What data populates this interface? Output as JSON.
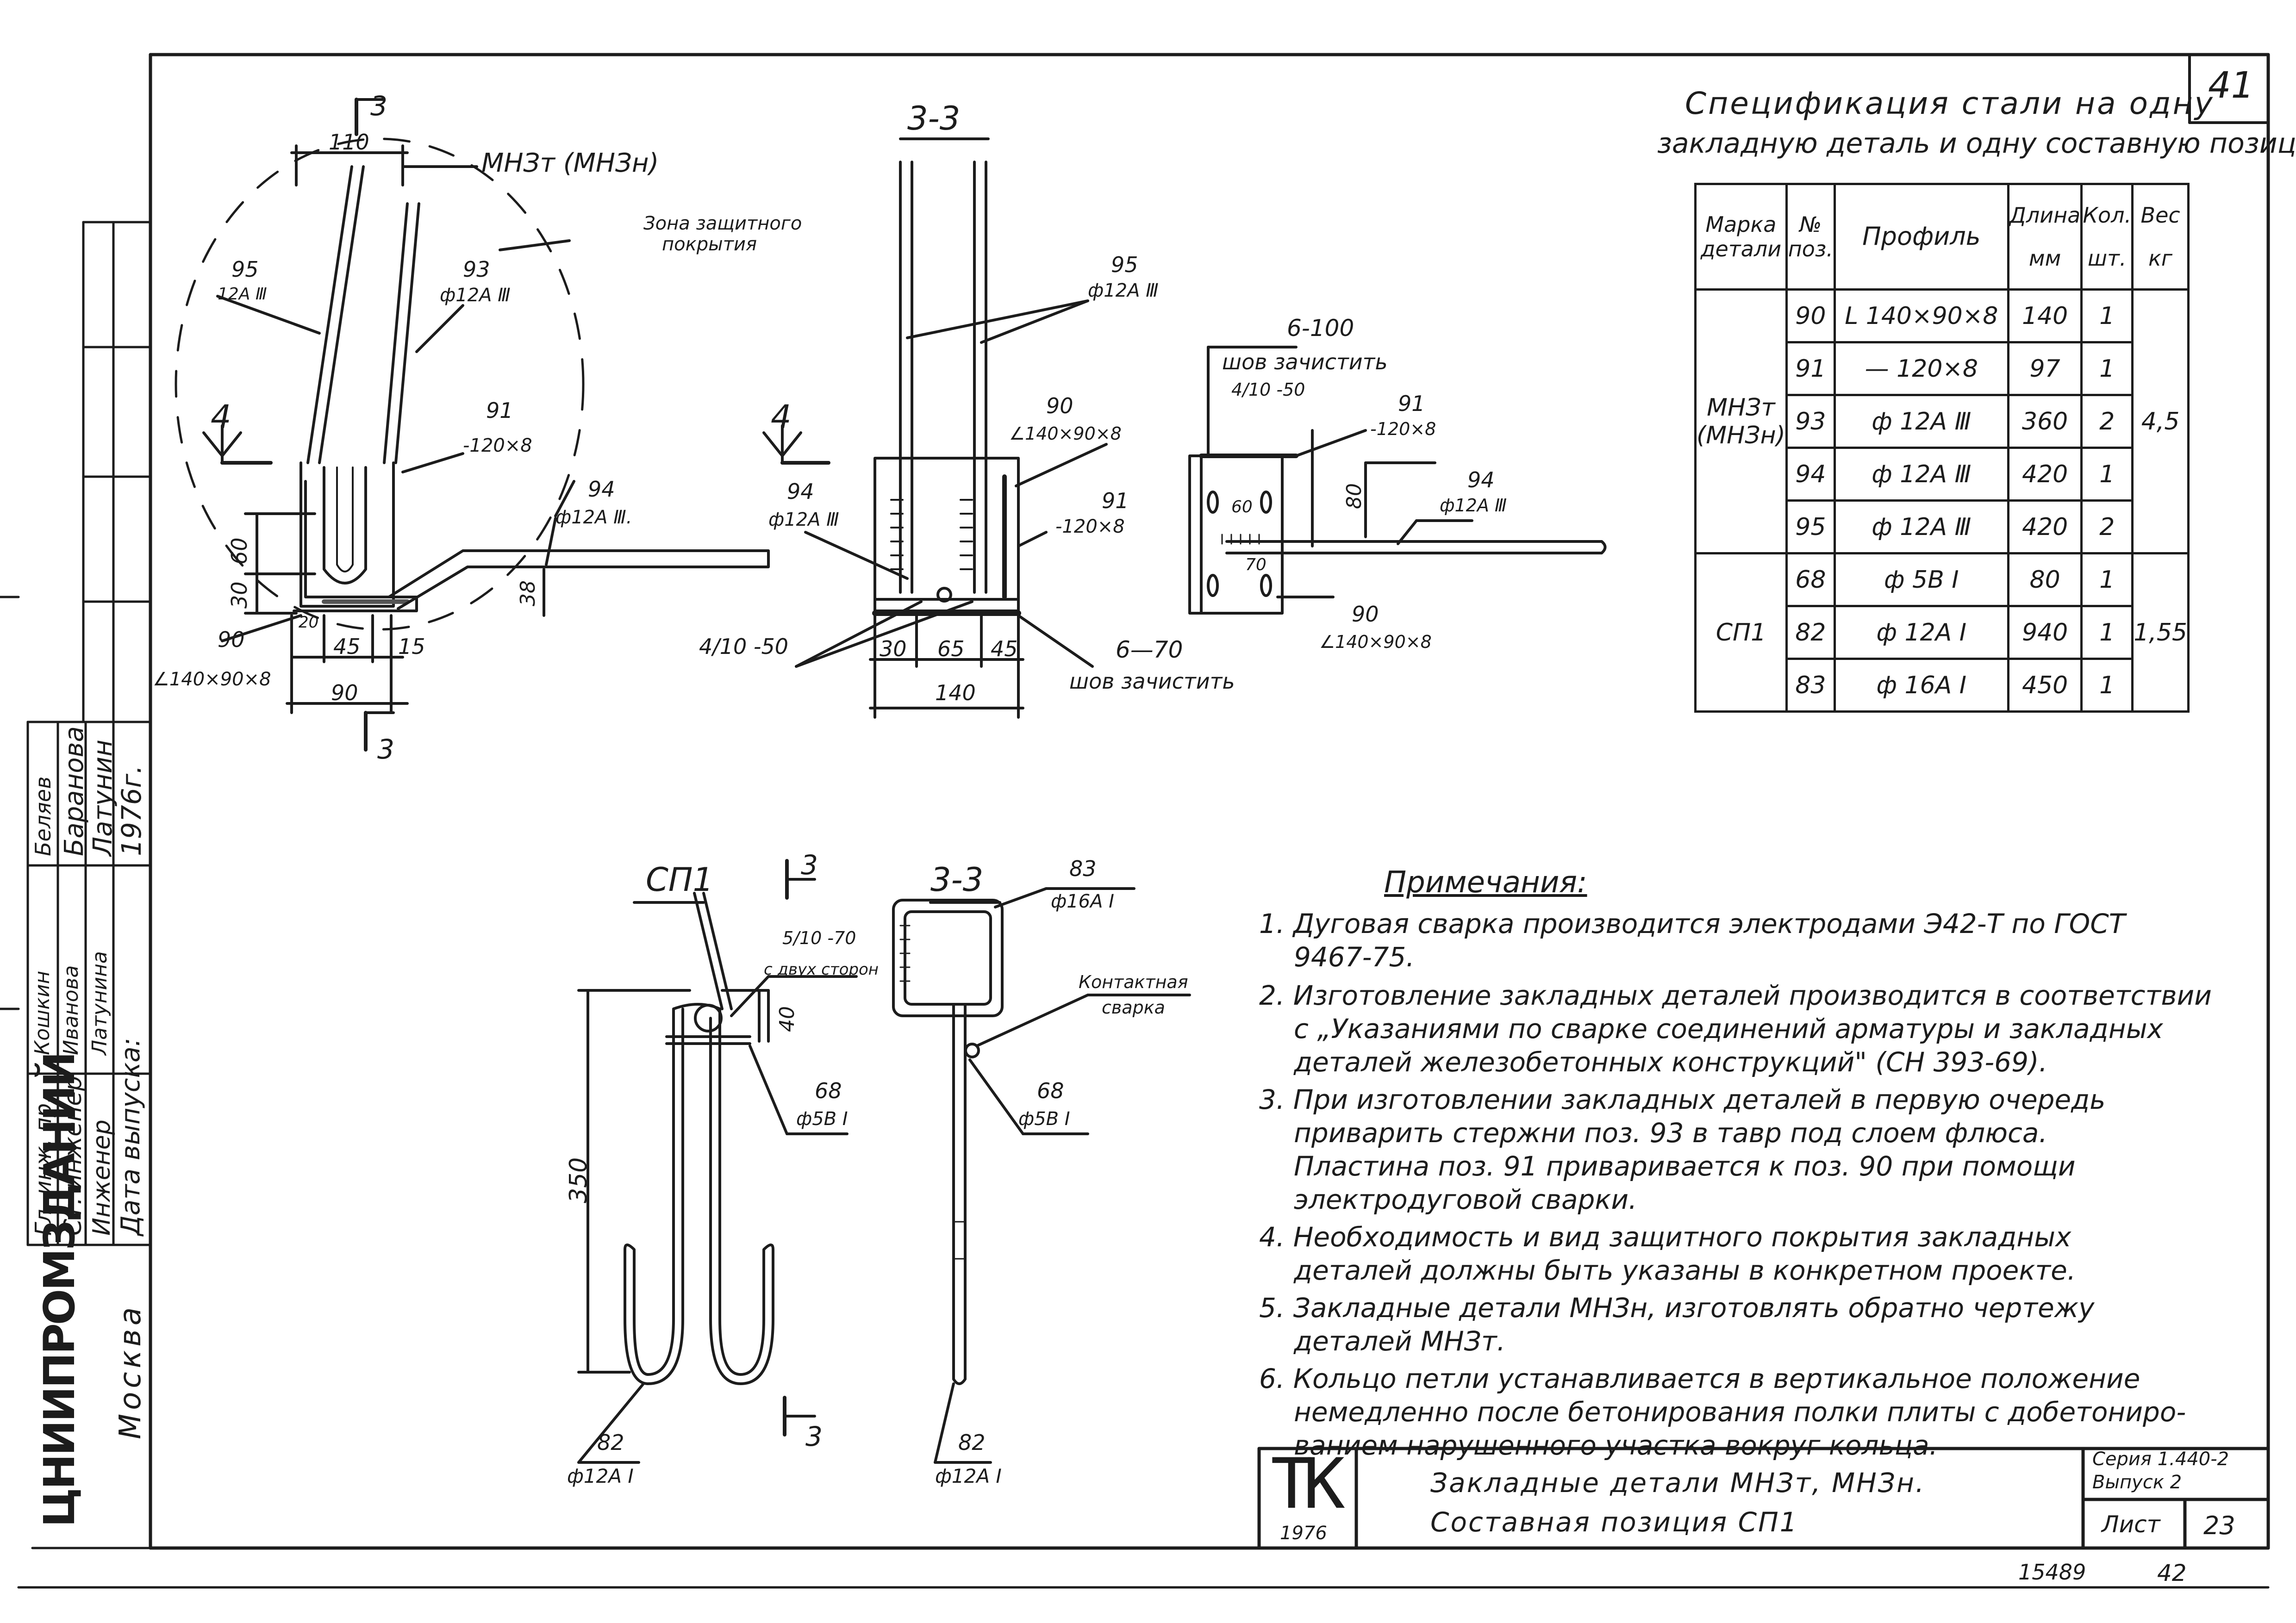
{
  "sheet": {
    "corner_number": "41",
    "bottom_number_left": "15489",
    "bottom_number_right": "42"
  },
  "spec": {
    "title_line1": "Спецификация стали на одну",
    "title_line2": "закладную деталь и одну составную позицию",
    "headers": {
      "mark": "Марка детали",
      "pos": "№ поз.",
      "profile": "Профиль",
      "length": "Длина",
      "length_unit": "мм",
      "qty": "Кол.",
      "qty_unit": "шт.",
      "weight": "Вес",
      "weight_unit": "кг"
    },
    "groups": [
      {
        "mark_line1": "МНЗт",
        "mark_line2": "(МНЗн)",
        "weight": "4,5",
        "rows": [
          {
            "pos": "90",
            "profile": "L 140×90×8",
            "length": "140",
            "qty": "1"
          },
          {
            "pos": "91",
            "profile": "— 120×8",
            "length": "97",
            "qty": "1"
          },
          {
            "pos": "93",
            "profile": "ф 12А Ⅲ",
            "length": "360",
            "qty": "2"
          },
          {
            "pos": "94",
            "profile": "ф 12А Ⅲ",
            "length": "420",
            "qty": "1"
          },
          {
            "pos": "95",
            "profile": "ф 12А Ⅲ",
            "length": "420",
            "qty": "2"
          }
        ]
      },
      {
        "mark_line1": "СП1",
        "mark_line2": "",
        "weight": "1,55",
        "rows": [
          {
            "pos": "68",
            "profile": "ф 5В Ⅰ",
            "length": "80",
            "qty": "1"
          },
          {
            "pos": "82",
            "profile": "ф 12А Ⅰ",
            "length": "940",
            "qty": "1"
          },
          {
            "pos": "83",
            "profile": "ф 16А Ⅰ",
            "length": "450",
            "qty": "1"
          }
        ]
      }
    ]
  },
  "notes": {
    "title": "Примечания:",
    "lines": [
      "1. Дуговая сварка производится электродами Э42-Т по ГОСТ",
      "9467-75.",
      "2. Изготовление закладных деталей производится в соответствии",
      "с „Указаниями по сварке соединений арматуры и закладных",
      "деталей железобетонных конструкций\" (СН 393-69).",
      "3. При изготовлении закладных деталей в первую очередь",
      "приварить стержни поз. 93 в тавр под слоем флюса.",
      "Пластина поз. 91 приваривается к поз. 90 при помощи",
      "электродуговой сварки.",
      "4. Необходимость и вид защитного покрытия закладных",
      "деталей должны быть указаны в конкретном проекте.",
      "5. Закладные детали МНЗн, изготовлять обратно чертежу",
      "деталей МНЗт.",
      "6. Кольцо петли устанавливается в вертикальное положение",
      "немедленно после бетонирования полки плиты с добетониро-",
      "ванием нарушенного участка вокруг кольца."
    ]
  },
  "stamp": {
    "logo": "ТК",
    "year": "1976",
    "title_line1": "Закладные детали МНЗт, МНЗн.",
    "title_line2": "Составная позиция СП1",
    "series": "Серия 1.440-2",
    "issue": "Выпуск 2",
    "sheet_label": "Лист",
    "sheet_number": "23"
  },
  "side_stamp": {
    "org": "ЦНИИПРОМЗДАНИЙ",
    "city": "Москва",
    "rows": [
      {
        "role": "Гл. инж. пр.",
        "sign": "Кошкин",
        "name": "Беляев"
      },
      {
        "role": "Ст. инженер",
        "sign": "Иванова",
        "name": "Баранова"
      },
      {
        "role": "Инженер",
        "sign": "Латунина",
        "name": "Латунин"
      },
      {
        "role": "Дата выпуска:",
        "sign": "",
        "name": "1976г."
      }
    ]
  },
  "drawings": {
    "view_main": {
      "section_mark": "3",
      "section_mark_bottom": "3",
      "mark_label": "МНЗт (МНЗн)",
      "zone_label_line1": "Зона защитного",
      "zone_label_line2": "покрытия",
      "dim_top": "110",
      "label_95": "95",
      "label_95_profile": "12А Ⅲ",
      "label_93": "93",
      "label_93_profile": "ф12А Ⅲ",
      "label_91": "91",
      "label_91_profile": "-120×8",
      "label_94": "94",
      "label_94_profile": "ф12А Ⅲ.",
      "label_90": "90",
      "label_90_profile": "∠140×90×8",
      "view_arrow": "4",
      "dim_60": "60",
      "dim_30": "30",
      "dim_20": "20",
      "dim_45": "45",
      "dim_15": "15",
      "dim_90": "90",
      "dim_38": "38"
    },
    "view_section": {
      "title": "3-3",
      "label_95": "95",
      "label_95_profile": "ф12А Ⅲ",
      "label_90": "90",
      "label_90_profile": "∠140×90×8",
      "label_94": "94",
      "label_94_profile": "ф12А Ⅲ",
      "label_91": "91",
      "label_91_profile": "-120×8",
      "view_arrow": "4",
      "weld_label": "4/10 -50",
      "dim_30": "30",
      "dim_65": "65",
      "dim_45": "45",
      "dim_140": "140",
      "weld2": "6—70",
      "weld2_note": "шов зачистить"
    },
    "view_4": {
      "weld_top": "6-100",
      "weld_top_note": "шов зачистить",
      "weld_frac": "4/10 -50",
      "label_91": "91",
      "label_91_profile": "-120×8",
      "label_94": "94",
      "label_94_profile": "ф12А Ⅲ",
      "dim_80": "80",
      "dim_60": "60",
      "dim_70": "70",
      "label_90": "90",
      "label_90_profile": "∠140×90×8"
    },
    "view_sp1": {
      "title": "СП1",
      "section_mark": "3",
      "weld": "5/10 -70",
      "weld_note": "с двух сторон",
      "dim_40": "40",
      "dim_350": "350",
      "label_68": "68",
      "label_68_profile": "ф5В Ⅰ",
      "label_82": "82",
      "label_82_profile": "ф12А Ⅰ",
      "section_mark_bottom": "3"
    },
    "view_sp1_section": {
      "title": "3-3",
      "label_83": "83",
      "label_83_profile": "ф16А Ⅰ",
      "contact_line1": "Контактная",
      "contact_line2": "сварка",
      "label_68": "68",
      "label_68_profile": "ф5В Ⅰ",
      "label_82": "82",
      "label_82_profile": "ф12А Ⅰ"
    }
  }
}
